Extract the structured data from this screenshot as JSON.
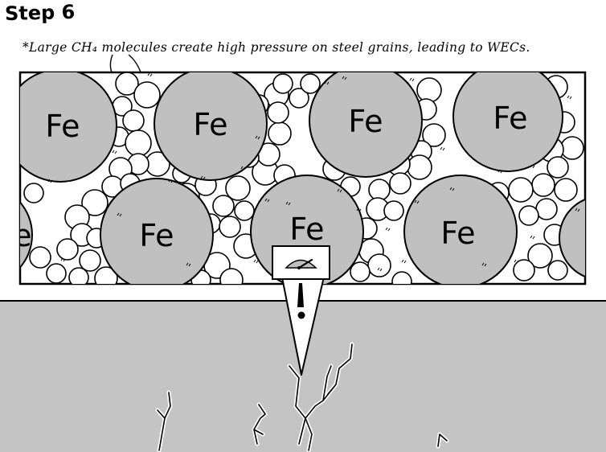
{
  "step_title": "Step 6",
  "caption": "*Large CH₄ molecules create high pressure on steel grains, leading to WECs.",
  "grain_label": "Fe",
  "colors": {
    "grain_fill": "#c0c0c0",
    "steel_fill": "#c4c4c4",
    "stroke": "#000000",
    "molecule_fill": "#ffffff",
    "background": "#ffffff"
  },
  "icons": [
    "pressure-gauge-icon",
    "exclamation-icon",
    "pointer-arrow-icon",
    "crack-icon"
  ]
}
